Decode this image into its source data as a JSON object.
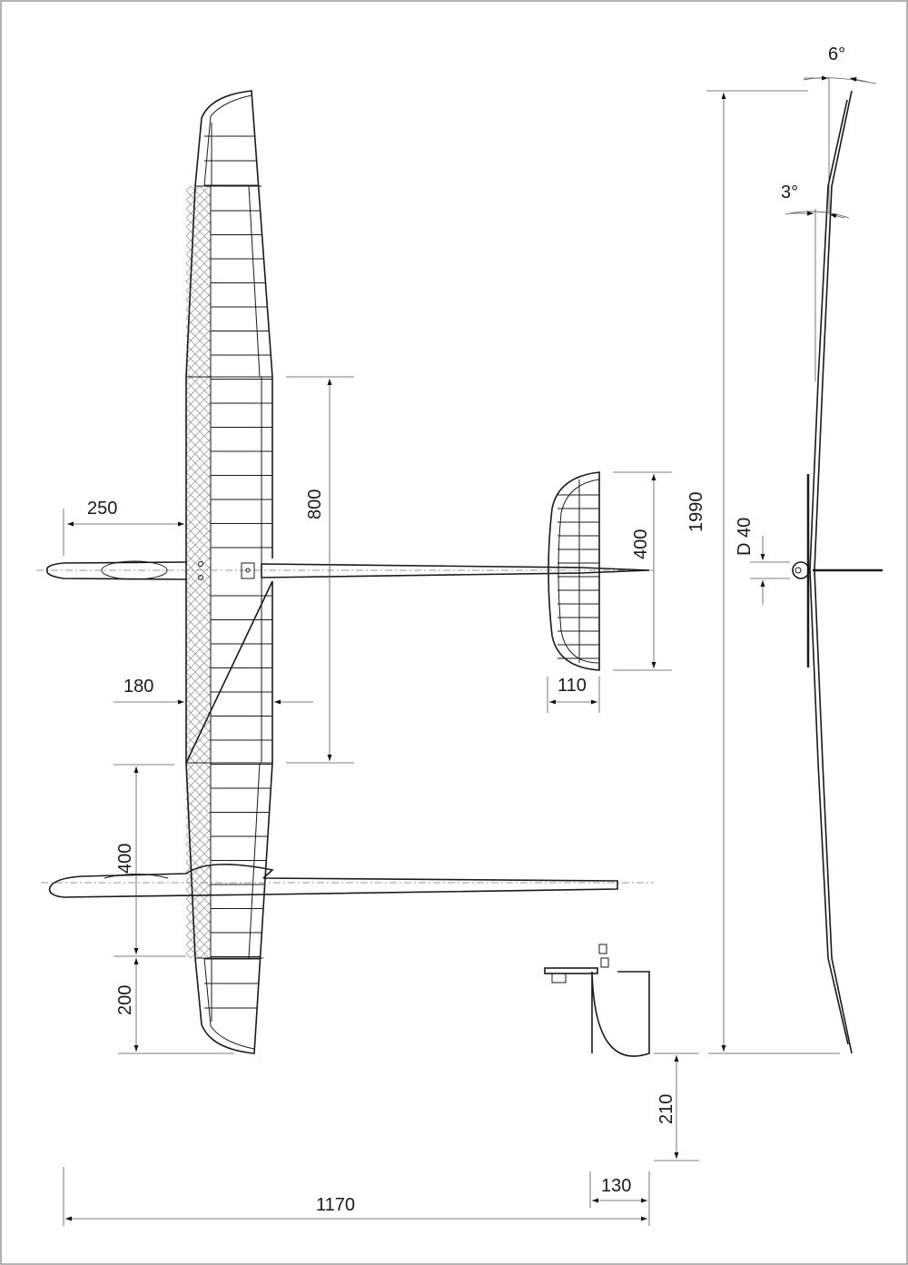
{
  "drawing": {
    "border_color": "#9a9a9a",
    "line_color": "#1a1a1a",
    "dimensions": {
      "tip_dihedral": "6°",
      "panel_dihedral": "3°",
      "root_offset": "250",
      "center_panel": "800",
      "span": "1990",
      "stab_span": "400",
      "fuselage_diameter": "D 40",
      "root_chord": "180",
      "stab_chord": "110",
      "outer_panel": "400",
      "tip_panel": "200",
      "fin_height": "210",
      "fin_chord": "130",
      "fuselage_length": "1170"
    }
  }
}
